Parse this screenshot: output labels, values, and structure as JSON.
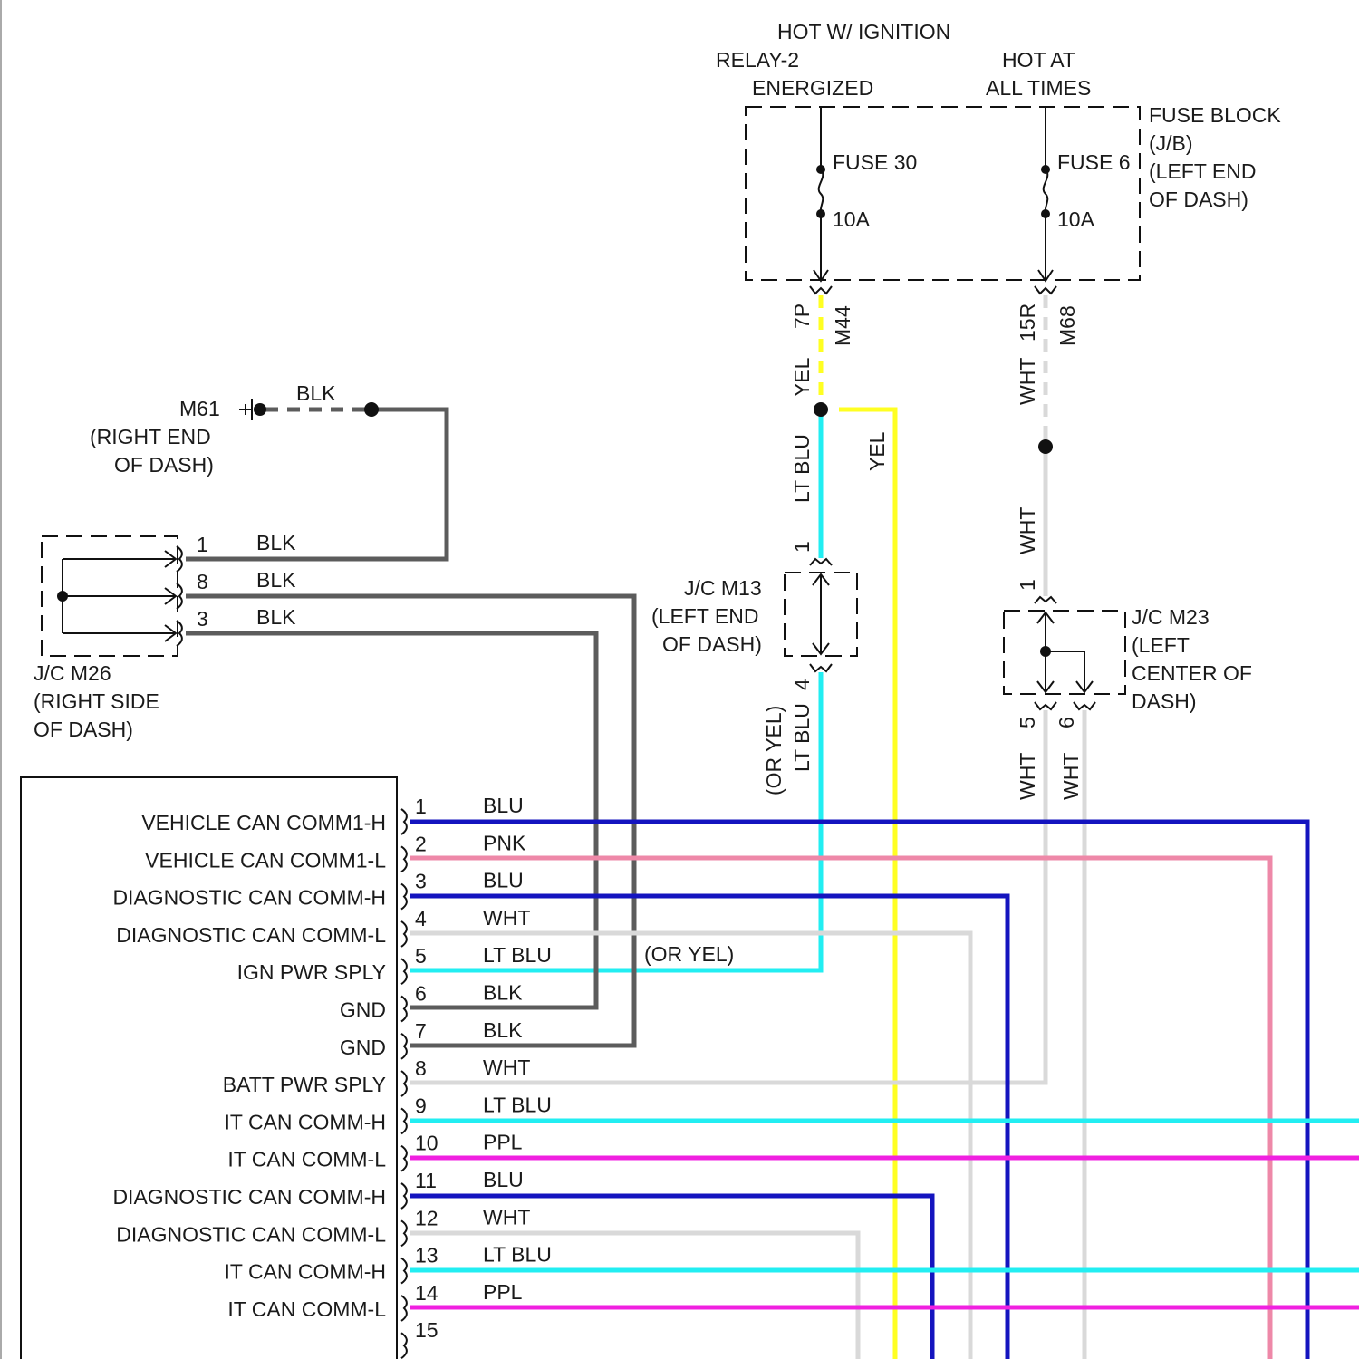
{
  "colors": {
    "BLK": "#5c5c5c",
    "YEL": "#ffff22",
    "LT BLU": "#22eef2",
    "WHT": "#d9d9d9",
    "BLU": "#1414bf",
    "PNK": "#ee88a8",
    "PPL": "#f020e0"
  },
  "top": {
    "hot_ign_1": "HOT W/ IGNITION",
    "hot_ign_2": "RELAY-2",
    "hot_ign_3": "ENERGIZED",
    "hot_all_1": "HOT AT",
    "hot_all_2": "ALL TIMES"
  },
  "fuse_block": {
    "label": [
      "FUSE BLOCK",
      "(J/B)",
      "(LEFT END",
      "OF DASH)"
    ],
    "fuse30": "FUSE 30",
    "fuse30_amp": "10A",
    "fuse6": "FUSE 6",
    "fuse6_amp": "10A"
  },
  "connectors": {
    "c7p": "7P",
    "m44": "M44",
    "c15r": "15R",
    "m68": "M68"
  },
  "ground": {
    "id": "M61",
    "loc1": "(RIGHT END",
    "loc2": "OF DASH)",
    "wire": "BLK"
  },
  "jc_m26": {
    "label": [
      "J/C M26",
      "(RIGHT SIDE",
      "OF DASH)"
    ],
    "pins": [
      "1",
      "8",
      "3"
    ],
    "wires": [
      "BLK",
      "BLK",
      "BLK"
    ]
  },
  "jc_m13": {
    "label": [
      "J/C M13",
      "(LEFT END",
      "OF DASH)"
    ],
    "pin_in": "1",
    "pin_out": "4"
  },
  "jc_m23": {
    "label": [
      "J/C M23",
      "(LEFT",
      "CENTER OF",
      "DASH)"
    ],
    "pin_in": "1",
    "pin_out_a": "5",
    "pin_out_b": "6"
  },
  "vertical_labels": {
    "yel_top": "YEL",
    "ltblu_top": "LT BLU",
    "yel_right": "YEL",
    "wht_top": "WHT",
    "wht_mid": "WHT",
    "ltblu_bottom": "LT BLU",
    "or_yel": "(OR YEL)",
    "wht_5": "WHT",
    "wht_6": "WHT"
  },
  "or_yel_note": "(OR YEL)",
  "module_pins": [
    {
      "num": "1",
      "label": "VEHICLE CAN COMM1-H",
      "wire": "BLU"
    },
    {
      "num": "2",
      "label": "VEHICLE CAN COMM1-L",
      "wire": "PNK"
    },
    {
      "num": "3",
      "label": "DIAGNOSTIC CAN COMM-H",
      "wire": "BLU"
    },
    {
      "num": "4",
      "label": "DIAGNOSTIC CAN COMM-L",
      "wire": "WHT"
    },
    {
      "num": "5",
      "label": "IGN PWR SPLY",
      "wire": "LT BLU"
    },
    {
      "num": "6",
      "label": "GND",
      "wire": "BLK"
    },
    {
      "num": "7",
      "label": "GND",
      "wire": "BLK"
    },
    {
      "num": "8",
      "label": "BATT PWR SPLY",
      "wire": "WHT"
    },
    {
      "num": "9",
      "label": "IT CAN COMM-H",
      "wire": "LT BLU"
    },
    {
      "num": "10",
      "label": "IT CAN COMM-L",
      "wire": "PPL"
    },
    {
      "num": "11",
      "label": "DIAGNOSTIC CAN COMM-H",
      "wire": "BLU"
    },
    {
      "num": "12",
      "label": "DIAGNOSTIC CAN COMM-L",
      "wire": "WHT"
    },
    {
      "num": "13",
      "label": "IT CAN COMM-H",
      "wire": "LT BLU"
    },
    {
      "num": "14",
      "label": "IT CAN COMM-L",
      "wire": "PPL"
    },
    {
      "num": "15",
      "label": "",
      "wire": ""
    }
  ]
}
